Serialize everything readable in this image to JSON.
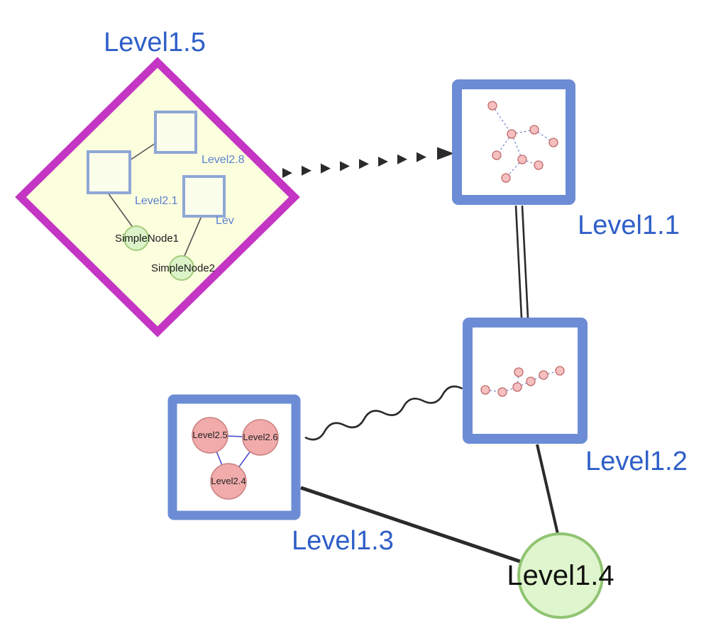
{
  "canvas": {
    "background": "#ffffff"
  },
  "colors": {
    "node_label_blue": "#2e5ec8",
    "child_label_blue": "#5b7fd0",
    "diamond_border": "#c435c4",
    "diamond_fill": "#fcffde",
    "group_border_blue": "#6c8cd5",
    "group_fill": "#ffffff",
    "green_node_fill": "#dcf2c8",
    "green_node_border": "#96c573",
    "pink_node_fill": "#f2abab",
    "pink_node_border": "#c97f7f",
    "mini_node_fill": "#f6c0c0",
    "mini_node_border": "#c06868",
    "mini_edge_blue": "#7788cc",
    "inner_edge_gray": "#555555",
    "edge_black": "#2b2b2b",
    "triangle_edge_blue": "#4444cc"
  },
  "nodes": {
    "level1_1": {
      "label": "Level1.1",
      "shape": "square-group"
    },
    "level1_2": {
      "label": "Level1.2",
      "shape": "square-group"
    },
    "level1_3": {
      "label": "Level1.3",
      "shape": "square-group"
    },
    "level1_4": {
      "label": "Level1.4",
      "shape": "circle"
    },
    "level1_5": {
      "label": "Level1.5",
      "shape": "diamond-group"
    }
  },
  "level1_5_children": {
    "level2_8": {
      "label": "Level2.8"
    },
    "level2_1": {
      "label": "Level2.1"
    },
    "lev": {
      "label": "Lev"
    },
    "simplenode1": {
      "label": "SimpleNode1"
    },
    "simplenode2": {
      "label": "SimpleNode2"
    }
  },
  "level1_3_children": {
    "level2_5": {
      "label": "Level2.5"
    },
    "level2_6": {
      "label": "Level2.6"
    },
    "level2_4": {
      "label": "Level2.4"
    }
  },
  "edges": [
    {
      "from": "Level1.5",
      "to": "Level1.1",
      "style": "dashed-arrowheads"
    },
    {
      "from": "Level1.1",
      "to": "Level1.2",
      "style": "double-line"
    },
    {
      "from": "Level1.3",
      "to": "Level1.2",
      "style": "wavy"
    },
    {
      "from": "Level1.3",
      "to": "Level1.4",
      "style": "solid"
    },
    {
      "from": "Level1.2",
      "to": "Level1.4",
      "style": "solid"
    },
    {
      "from": "Level2.8",
      "to": "Level2.1",
      "style": "solid"
    },
    {
      "from": "Level2.1",
      "to": "SimpleNode1",
      "style": "solid"
    },
    {
      "from": "Lev",
      "to": "SimpleNode2",
      "style": "solid"
    },
    {
      "from": "Level2.5",
      "to": "Level2.6",
      "style": "solid"
    },
    {
      "from": "Level2.5",
      "to": "Level2.4",
      "style": "solid"
    },
    {
      "from": "Level2.6",
      "to": "Level2.4",
      "style": "solid"
    }
  ]
}
